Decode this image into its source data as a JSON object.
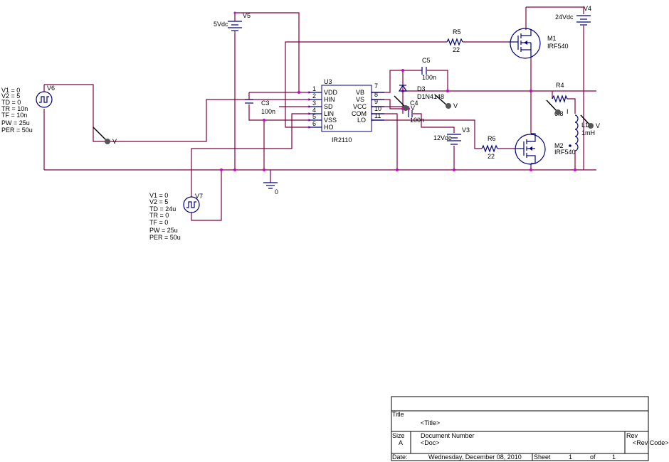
{
  "sources": {
    "V6": {
      "ref": "V6",
      "params": [
        "V1 = 0",
        "V2 = 5",
        "TD = 0",
        "TR = 10n",
        "TF = 10n",
        "PW = 25u",
        "PER = 50u"
      ]
    },
    "V7": {
      "ref": "V7",
      "params": [
        "V1 = 0",
        "V2 = 5",
        "TD = 24u",
        "TR = 0",
        "TF = 0",
        "PW = 25u",
        "PER = 50u"
      ]
    },
    "V5": {
      "ref": "V5",
      "value": "5Vdc"
    },
    "V3": {
      "ref": "V3",
      "value": "12Vdc"
    },
    "V4": {
      "ref": "V4",
      "value": "24Vdc"
    }
  },
  "parts": {
    "U3": {
      "ref": "U3",
      "model": "IR2110",
      "left_pins": [
        {
          "num": "1",
          "name": "VDD"
        },
        {
          "num": "2",
          "name": "HIN"
        },
        {
          "num": "3",
          "name": "SD"
        },
        {
          "num": "4",
          "name": "LIN"
        },
        {
          "num": "5",
          "name": "VSS"
        },
        {
          "num": "6",
          "name": "HO"
        }
      ],
      "right_pins": [
        {
          "num": "7",
          "name": "VB"
        },
        {
          "num": "8",
          "name": "VS"
        },
        {
          "num": "9",
          "name": "VCC"
        },
        {
          "num": "10",
          "name": "COM"
        },
        {
          "num": "11",
          "name": "LO"
        }
      ]
    },
    "C3": {
      "ref": "C3",
      "value": "100n"
    },
    "C4": {
      "ref": "C4",
      "value": "100n"
    },
    "C5": {
      "ref": "C5",
      "value": "100n"
    },
    "D3": {
      "ref": "D3",
      "model": "D1N4148"
    },
    "R5": {
      "ref": "R5",
      "value": "22"
    },
    "R6": {
      "ref": "R6",
      "value": "22"
    },
    "R4": {
      "ref": "R4",
      "value": "6.8"
    },
    "L1": {
      "ref": "L1",
      "value": "1mH"
    },
    "M1": {
      "ref": "M1",
      "model": "IRF540"
    },
    "M2": {
      "ref": "M2",
      "model": "IRF540"
    },
    "GND": {
      "label": "0"
    }
  },
  "probes": {
    "voltage": "V",
    "current": "I"
  },
  "title_block": {
    "title_label": "Title",
    "title_value": "<Title>",
    "size_label": "Size",
    "size_value": "A",
    "docnum_label": "Document Number",
    "docnum_value": "<Doc>",
    "rev_label": "Rev",
    "rev_value": "<Rev Code>",
    "date_label": "Date:",
    "date_value": "Wednesday, December 08, 2010",
    "sheet_label": "Sheet",
    "sheet_value": "1",
    "of_label": "of",
    "of_value": "1"
  }
}
